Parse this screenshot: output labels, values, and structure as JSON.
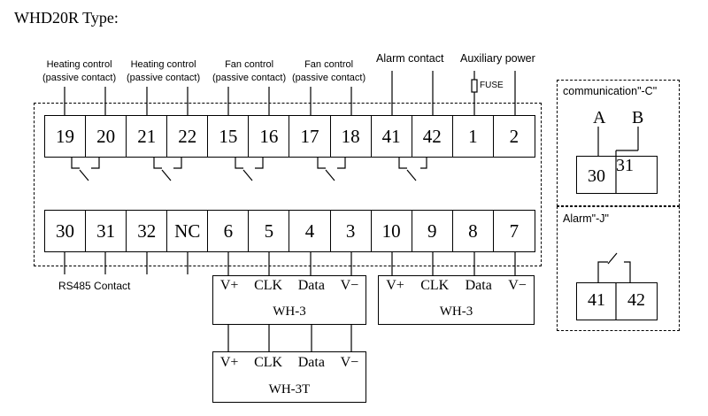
{
  "title": "WHD20R Type:",
  "top_labels": [
    {
      "line1": "Heating control",
      "line2": "(passive contact)"
    },
    {
      "line1": "Heating control",
      "line2": "(passive contact)"
    },
    {
      "line1": "Fan control",
      "line2": "(passive contact)"
    },
    {
      "line1": "Fan control",
      "line2": "(passive contact)"
    }
  ],
  "alarm_contact_label": "Alarm contact",
  "aux_power_label": "Auxiliary power",
  "fuse_label": "FUSE",
  "top_terminals": [
    "19",
    "20",
    "21",
    "22",
    "15",
    "16",
    "17",
    "18",
    "41",
    "42",
    "1",
    "2"
  ],
  "bottom_terminals": [
    "30",
    "31",
    "32",
    "NC",
    "6",
    "5",
    "4",
    "3",
    "10",
    "9",
    "8",
    "7"
  ],
  "rs485_label": "RS485 Contact",
  "wh3_left": {
    "pins": [
      "V+",
      "CLK",
      "Data",
      "V−"
    ],
    "name": "WH-3"
  },
  "wh3_right": {
    "pins": [
      "V+",
      "CLK",
      "Data",
      "V−"
    ],
    "name": "WH-3"
  },
  "wh3t": {
    "pins": [
      "V+",
      "CLK",
      "Data",
      "V−"
    ],
    "name": "WH-3T"
  },
  "comm_panel": {
    "title": "communication\"-C\"",
    "a": "A",
    "b": "B",
    "t1": "30",
    "t2": "31"
  },
  "alarm_panel": {
    "title": "Alarm\"-J\"",
    "t1": "41",
    "t2": "42"
  }
}
